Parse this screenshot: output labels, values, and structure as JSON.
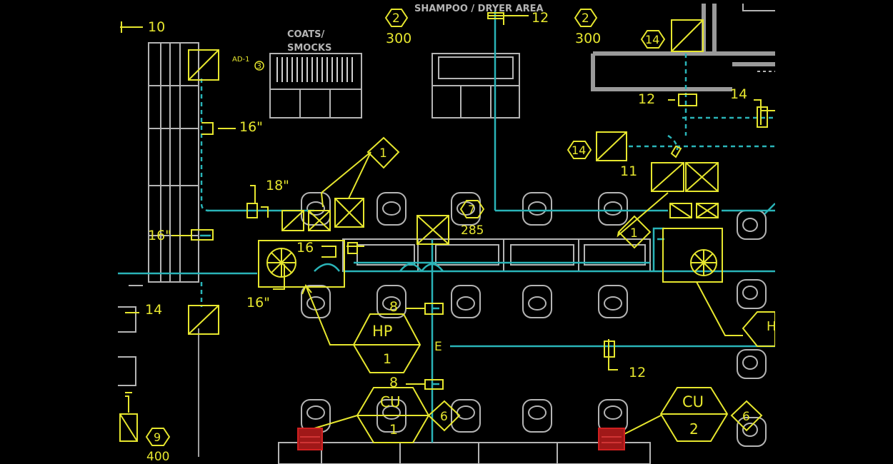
{
  "drawing": {
    "area_label": "SHAMPOO / DRYER AREA",
    "coats_label": "COATS/",
    "smocks_label": "SMOCKS",
    "colors": {
      "background": "#000000",
      "duct": "#2ab4b8",
      "annotation": "#e6e62e",
      "equipment": "#b4b4b4",
      "heater": "#d02020"
    },
    "dimensions": {
      "d10": "10",
      "d12_top": "12",
      "d16_a": "16\"",
      "d18": "18\"",
      "d16_b": "16\"",
      "d16_c": "16",
      "d16_d": "16\"",
      "d14_left": "14",
      "d12_mid": "12",
      "d14_right": "14",
      "d11": "11",
      "d8_a": "8",
      "d8_b": "8",
      "d12_bottom": "12"
    },
    "tags": {
      "t2a_num": "2",
      "t2a_cfm": "300",
      "t2b_num": "2",
      "t2b_cfm": "300",
      "t14a": "14",
      "t14b": "14",
      "t1": "1",
      "t7_num": "7",
      "t7_cfm": "285",
      "t1b": "1",
      "t6a": "6",
      "t6b": "6",
      "t9_num": "9",
      "t9_cfm": "400",
      "t3": "3",
      "tE": "E",
      "ad_label": "AD-1"
    },
    "units": {
      "hp1_name": "HP",
      "hp1_num": "1",
      "cu1_name": "CU",
      "cu1_num": "1",
      "cu2_name": "CU",
      "cu2_num": "2",
      "hp_right_name": "H"
    }
  }
}
